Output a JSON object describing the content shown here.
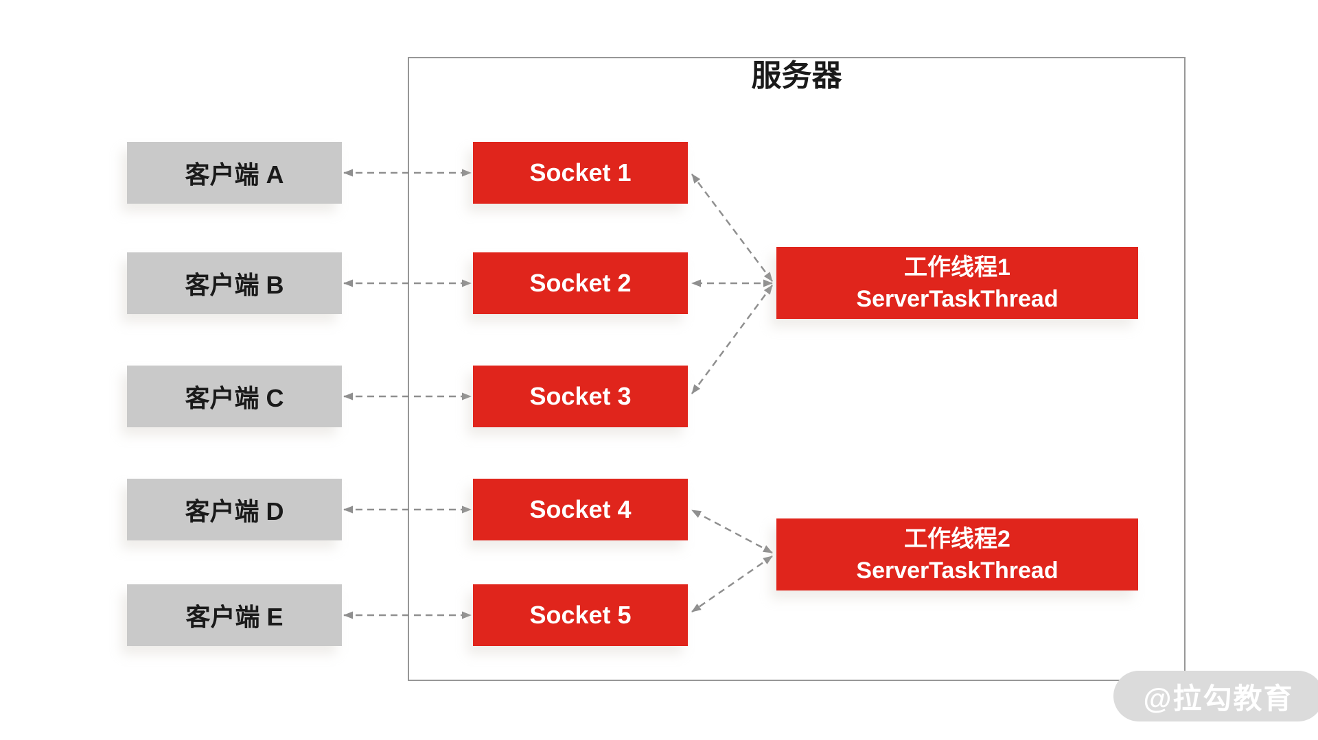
{
  "diagram": {
    "server_title": "服务器",
    "clients": [
      "客户端 A",
      "客户端 B",
      "客户端 C",
      "客户端 D",
      "客户端 E"
    ],
    "sockets": [
      "Socket 1",
      "Socket 2",
      "Socket 3",
      "Socket 4",
      "Socket 5"
    ],
    "workers": [
      {
        "name": "工作线程1",
        "class_name": "ServerTaskThread"
      },
      {
        "name": "工作线程2",
        "class_name": "ServerTaskThread"
      }
    ],
    "connections": {
      "client_to_socket": [
        [
          "客户端 A",
          "Socket 1"
        ],
        [
          "客户端 B",
          "Socket 2"
        ],
        [
          "客户端 C",
          "Socket 3"
        ],
        [
          "客户端 D",
          "Socket 4"
        ],
        [
          "客户端 E",
          "Socket 5"
        ]
      ],
      "worker_to_sockets": [
        [
          "工作线程1",
          [
            "Socket 1",
            "Socket 2",
            "Socket 3"
          ]
        ],
        [
          "工作线程2",
          [
            "Socket 4",
            "Socket 5"
          ]
        ]
      ],
      "arrow_style": "dashed, double-headed"
    }
  },
  "watermark": {
    "text": "@拉勾教育"
  },
  "colors": {
    "accent_red": "#e0251c",
    "client_gray": "#c9c9c9",
    "arrow_gray": "#8f8f8f",
    "border_gray": "#979797",
    "watermark_gray": "#dbdbdb"
  }
}
